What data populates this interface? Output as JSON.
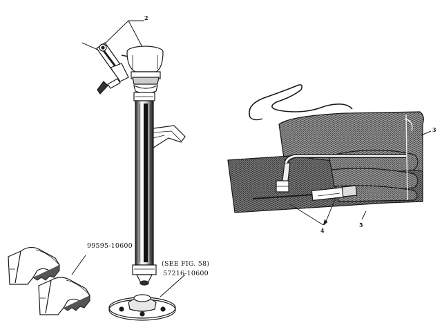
{
  "callouts": {
    "c2": "2",
    "c3": "3",
    "c4": "4",
    "c5": "5"
  },
  "part_numbers": {
    "jack_shoes": "99595-10600",
    "see_fig": "(SEE FIG. 58)",
    "jack_base": "57216-10600"
  },
  "colors": {
    "ink": "#1a1a1a",
    "roll_fill": "#8a8a8a",
    "roll_dark": "#5e5e5e",
    "paper": "#ffffff"
  }
}
